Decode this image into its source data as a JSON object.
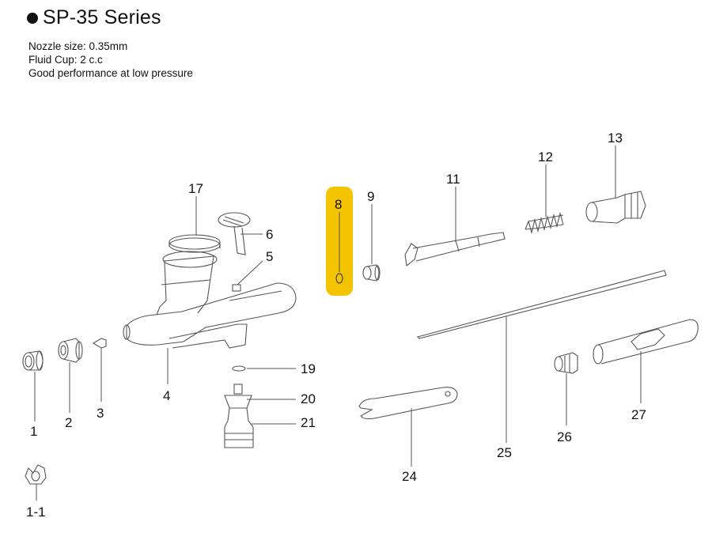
{
  "title": "SP-35 Series",
  "specs": [
    "Nozzle size: 0.35mm",
    "Fluid Cup: 2 c.c",
    "Good performance at low pressure"
  ],
  "highlight_color": "#F5C400",
  "highlighted_part": "8",
  "part_labels": {
    "p1": "1",
    "p1_1": "1-1",
    "p2": "2",
    "p3": "3",
    "p4": "4",
    "p5": "5",
    "p6": "6",
    "p8": "8",
    "p9": "9",
    "p11": "11",
    "p12": "12",
    "p13": "13",
    "p17": "17",
    "p19": "19",
    "p20": "20",
    "p21": "21",
    "p24": "24",
    "p25": "25",
    "p26": "26",
    "p27": "27"
  }
}
